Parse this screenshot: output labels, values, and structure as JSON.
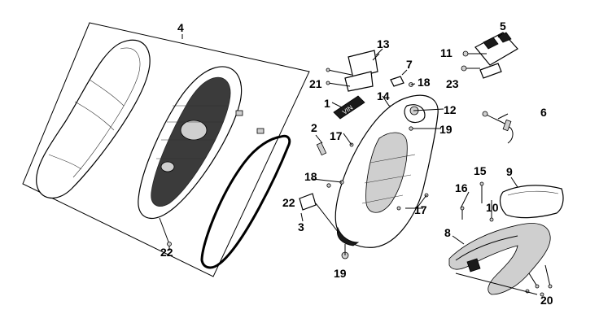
{
  "diagram": {
    "labels": {
      "p1": "1",
      "p2": "2",
      "p3": "3",
      "p4": "4",
      "p5": "5",
      "p6": "6",
      "p7": "7",
      "p8": "8",
      "p9": "9",
      "p10": "10",
      "p11": "11",
      "p12": "12",
      "p13": "13",
      "p14": "14",
      "p15": "15",
      "p16": "16",
      "p17a": "17",
      "p17b": "17",
      "p18a": "18",
      "p18b": "18",
      "p19a": "19",
      "p19b": "19",
      "p20": "20",
      "p21": "21",
      "p22a": "22",
      "p22b": "22",
      "p23": "23"
    },
    "vin_text": "VIN"
  }
}
